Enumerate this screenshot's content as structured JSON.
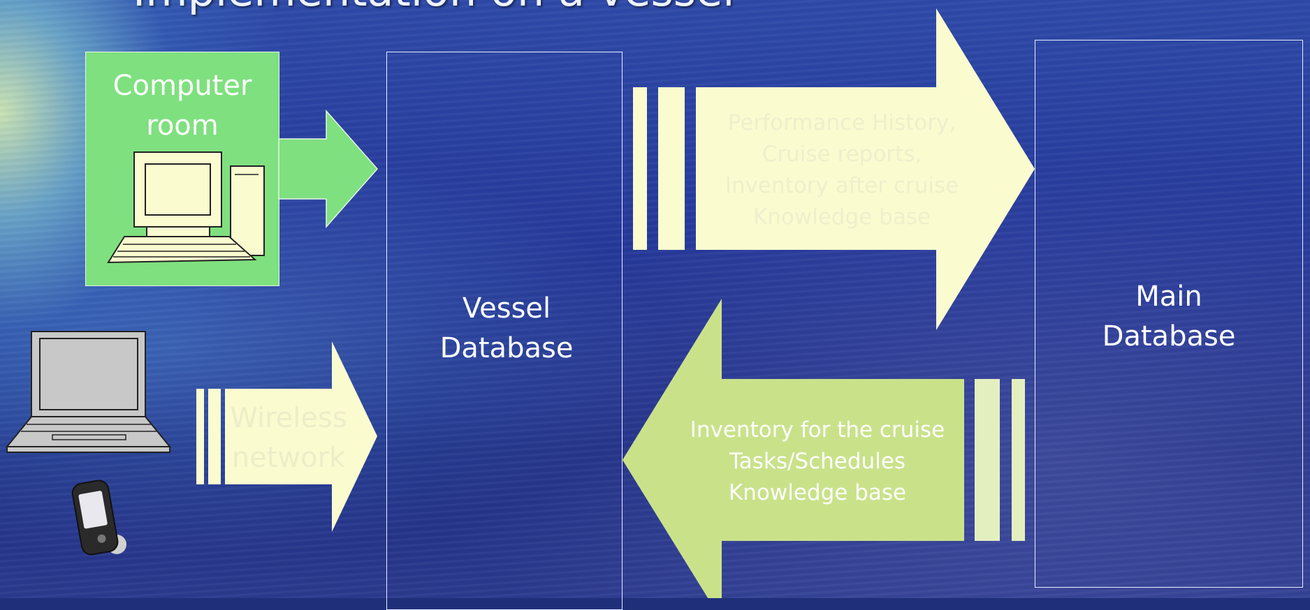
{
  "slide": {
    "title": "Implementation on a vessel"
  },
  "computer_room": {
    "label_line1": "Computer",
    "label_line2": "room"
  },
  "wireless": {
    "label_line1": "Wireless",
    "label_line2": "network"
  },
  "vessel_db": {
    "label_line1": "Vessel",
    "label_line2": "Database"
  },
  "main_db": {
    "label_line1": "Main",
    "label_line2": "Database"
  },
  "upload_arrow": {
    "lines": [
      "Performance History,",
      "Cruise reports,",
      "Inventory after cruise",
      "Knowledge base"
    ],
    "color": "#fbfbd0"
  },
  "download_arrow": {
    "lines": [
      "Inventory for the cruise",
      "Tasks/Schedules",
      "Knowledge base"
    ],
    "color": "#c9e28a"
  },
  "colors": {
    "green_panel": "#7fe07f",
    "cream": "#fbfbd0",
    "lime": "#c9e28a"
  },
  "icons": [
    "desktop-computer-icon",
    "laptop-icon",
    "pda-icon"
  ]
}
